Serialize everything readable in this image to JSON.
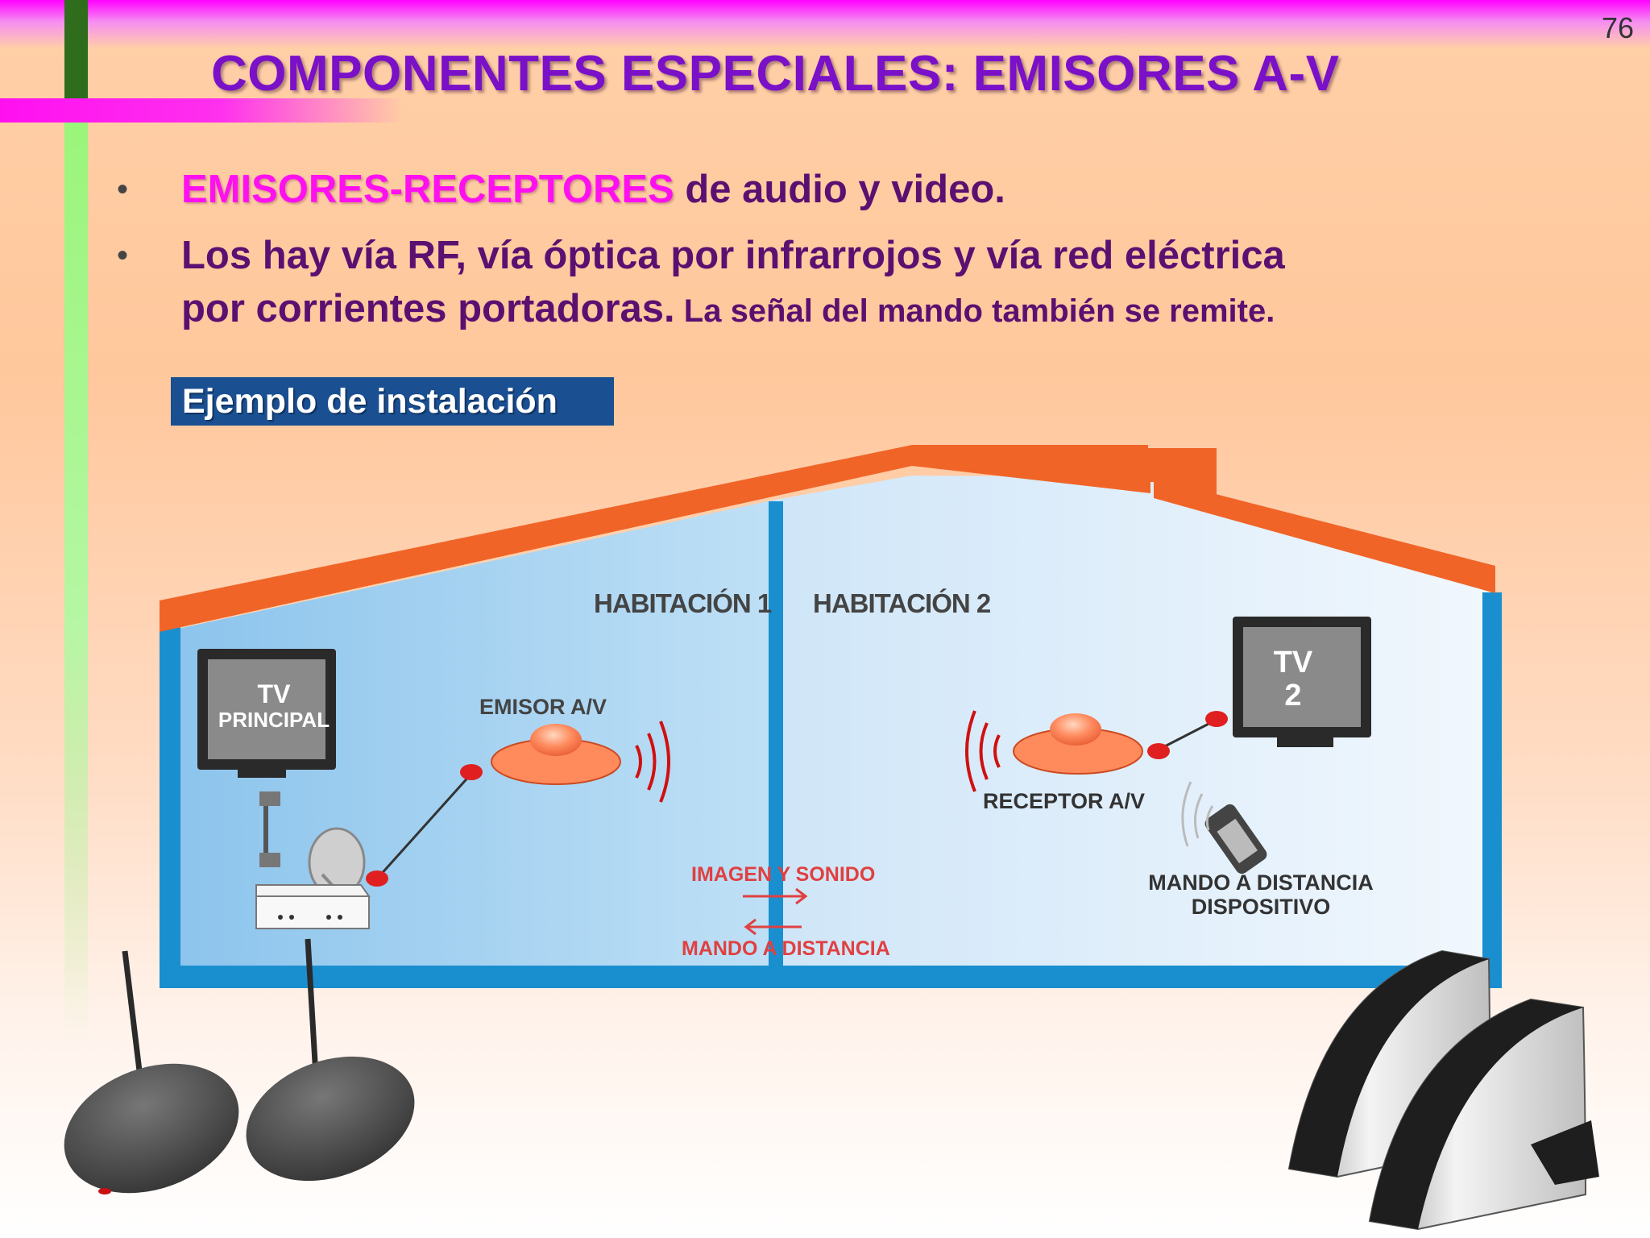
{
  "page_number": "76",
  "title": "COMPONENTES ESPECIALES: EMISORES A-V",
  "bullets": {
    "b1_highlight": "EMISORES-RECEPTORES",
    "b1_rest": " de audio y video.",
    "b2_line1": "Los hay  vía  RF,  vía óptica por infrarrojos y vía red eléctrica",
    "b2_line2": "por corrientes portadoras.",
    "b2_line2_small": " La señal del mando también se remite."
  },
  "example_label": "Ejemplo de instalación",
  "diagram": {
    "room1": "HABITACIÓN 1",
    "room2": "HABITACIÓN 2",
    "tv_main_line1": "TV",
    "tv_main_line2": "PRINCIPAL",
    "tv2_line1": "TV",
    "tv2_line2": "2",
    "emitter": "EMISOR A/V",
    "receiver": "RECEPTOR A/V",
    "signal_label": "IMAGEN Y SONIDO",
    "remote_label": "MANDO A DISTANCIA",
    "remote_device_line1": "MANDO A DISTANCIA",
    "remote_device_line2": "DISPOSITIVO"
  },
  "colors": {
    "title": "#7a10c8",
    "highlight": "#ff10f0",
    "bullet_text": "#5a1070",
    "roof": "#f06428",
    "wall": "#1a8fd0",
    "label_box": "#1a4f92"
  }
}
